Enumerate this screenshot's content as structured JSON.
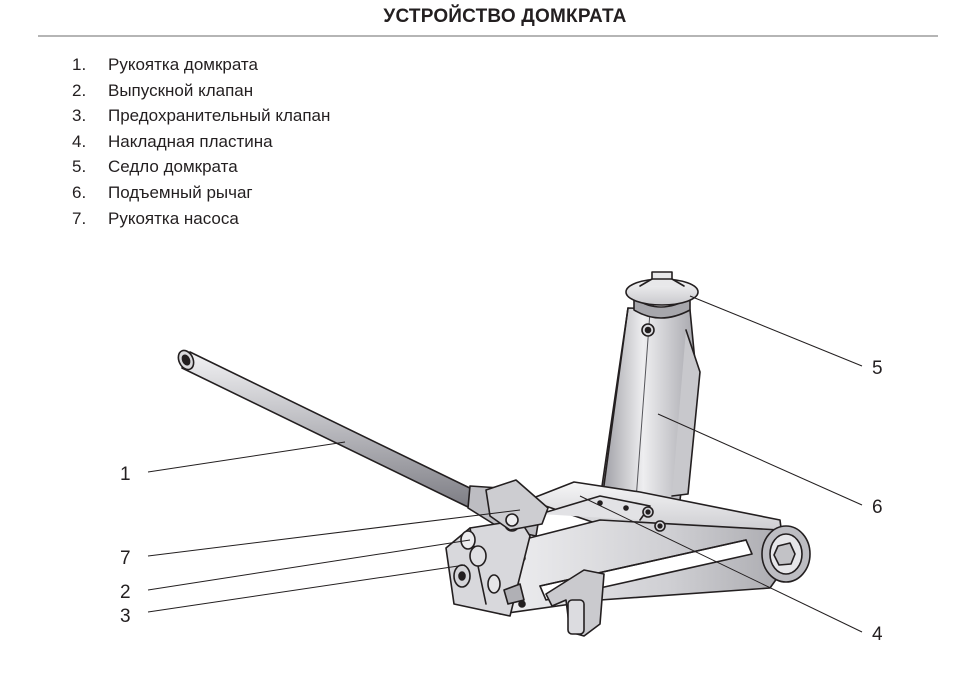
{
  "title": "УСТРОЙСТВО ДОМКРАТА",
  "legend": [
    {
      "num": "1.",
      "label": "Рукоятка домкрата"
    },
    {
      "num": "2.",
      "label": "Выпускной клапан"
    },
    {
      "num": "3.",
      "label": "Предохранительный клапан"
    },
    {
      "num": "4.",
      "label": "Накладная пластина"
    },
    {
      "num": "5.",
      "label": "Седло домкрата"
    },
    {
      "num": "6.",
      "label": "Подъемный рычаг"
    },
    {
      "num": "7.",
      "label": "Рукоятка насоса"
    }
  ],
  "callouts": {
    "c1": "1",
    "c2": "2",
    "c3": "3",
    "c4": "4",
    "c5": "5",
    "c6": "6",
    "c7": "7"
  },
  "colors": {
    "ink": "#231f20",
    "metal_light": "#e4e4e6",
    "metal_mid": "#c3c3c7",
    "metal_dark": "#8e8e94",
    "rule": "#b5b5b5"
  }
}
